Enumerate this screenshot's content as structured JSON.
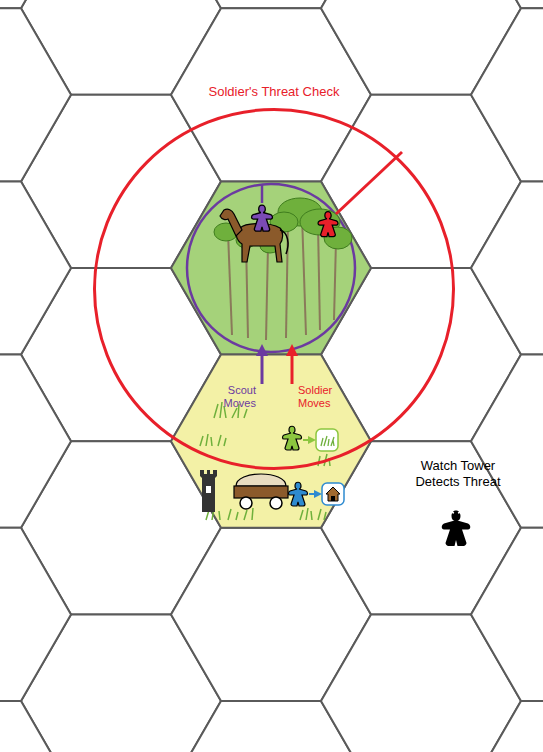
{
  "diagram": {
    "nodes": [
      {
        "text": [
          "Soldier's Threat Check"
        ]
      }
    ],
    "labels": [
      "Scout Moves",
      "Soldier Moves",
      "Watch Tower Detects Threat"
    ]
  }
}
